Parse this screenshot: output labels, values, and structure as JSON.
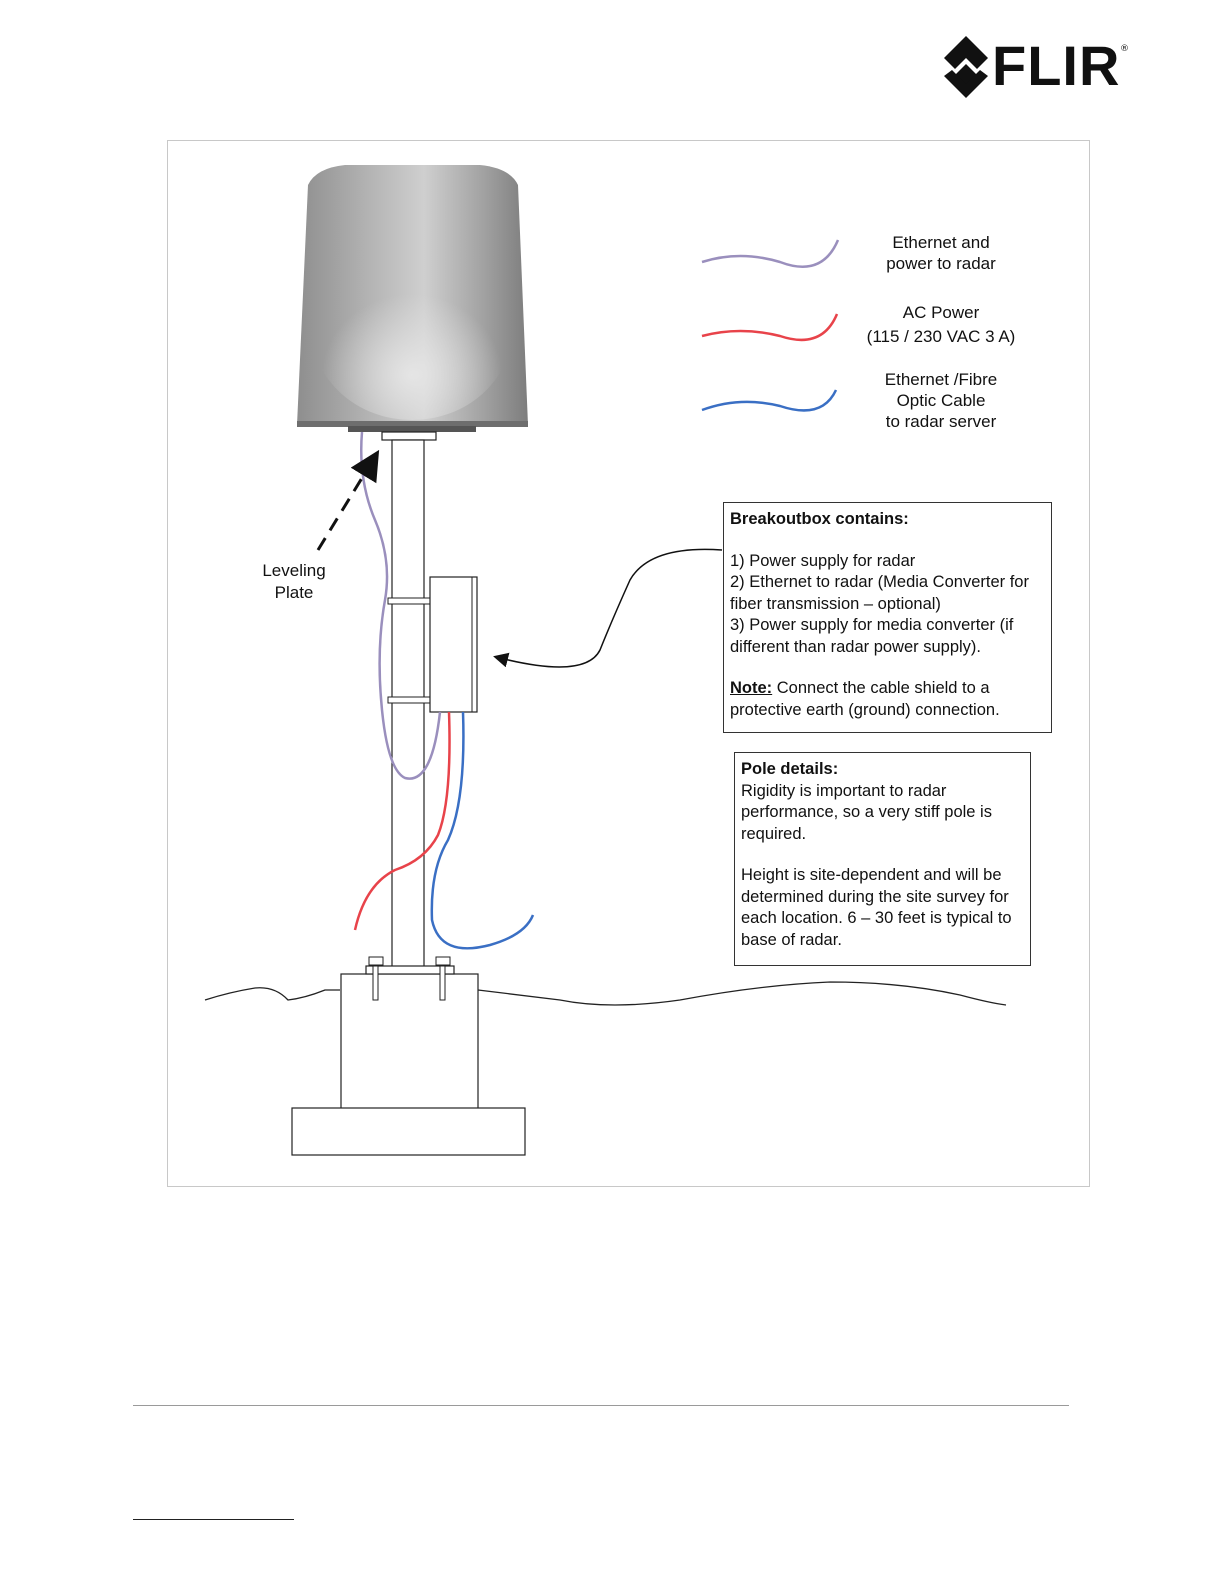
{
  "logo": {
    "brand_text": "FLIR",
    "registered_mark": "®",
    "icon": "flir-diamond-icon"
  },
  "legend": [
    {
      "lines": [
        "Ethernet and",
        "power to radar"
      ],
      "color": "#9a8fbd"
    },
    {
      "lines": [
        "AC Power",
        "(115 / 230 VAC 3 A)"
      ],
      "color": "#e8434a"
    },
    {
      "lines": [
        "Ethernet /Fibre",
        "Optic Cable",
        "to radar server"
      ],
      "color": "#3a6fc4"
    }
  ],
  "leveling_plate": {
    "line1": "Leveling",
    "line2": "Plate"
  },
  "breakout_box": {
    "title": "Breakoutbox contains:",
    "item1": "1) Power supply for radar",
    "item2": "2) Ethernet to radar (Media Converter for fiber transmission – optional)",
    "item3": "3) Power supply for media converter (if different than radar power supply).",
    "note_label": "Note:",
    "note_text": " Connect the cable shield to a protective earth (ground) connection."
  },
  "pole_details": {
    "title": "Pole details:",
    "para1": "Rigidity is important to radar performance, so a very stiff pole is required.",
    "para2": "Height is site-dependent and will be determined during the site survey for each location. 6 – 30 feet is typical to base of radar."
  }
}
